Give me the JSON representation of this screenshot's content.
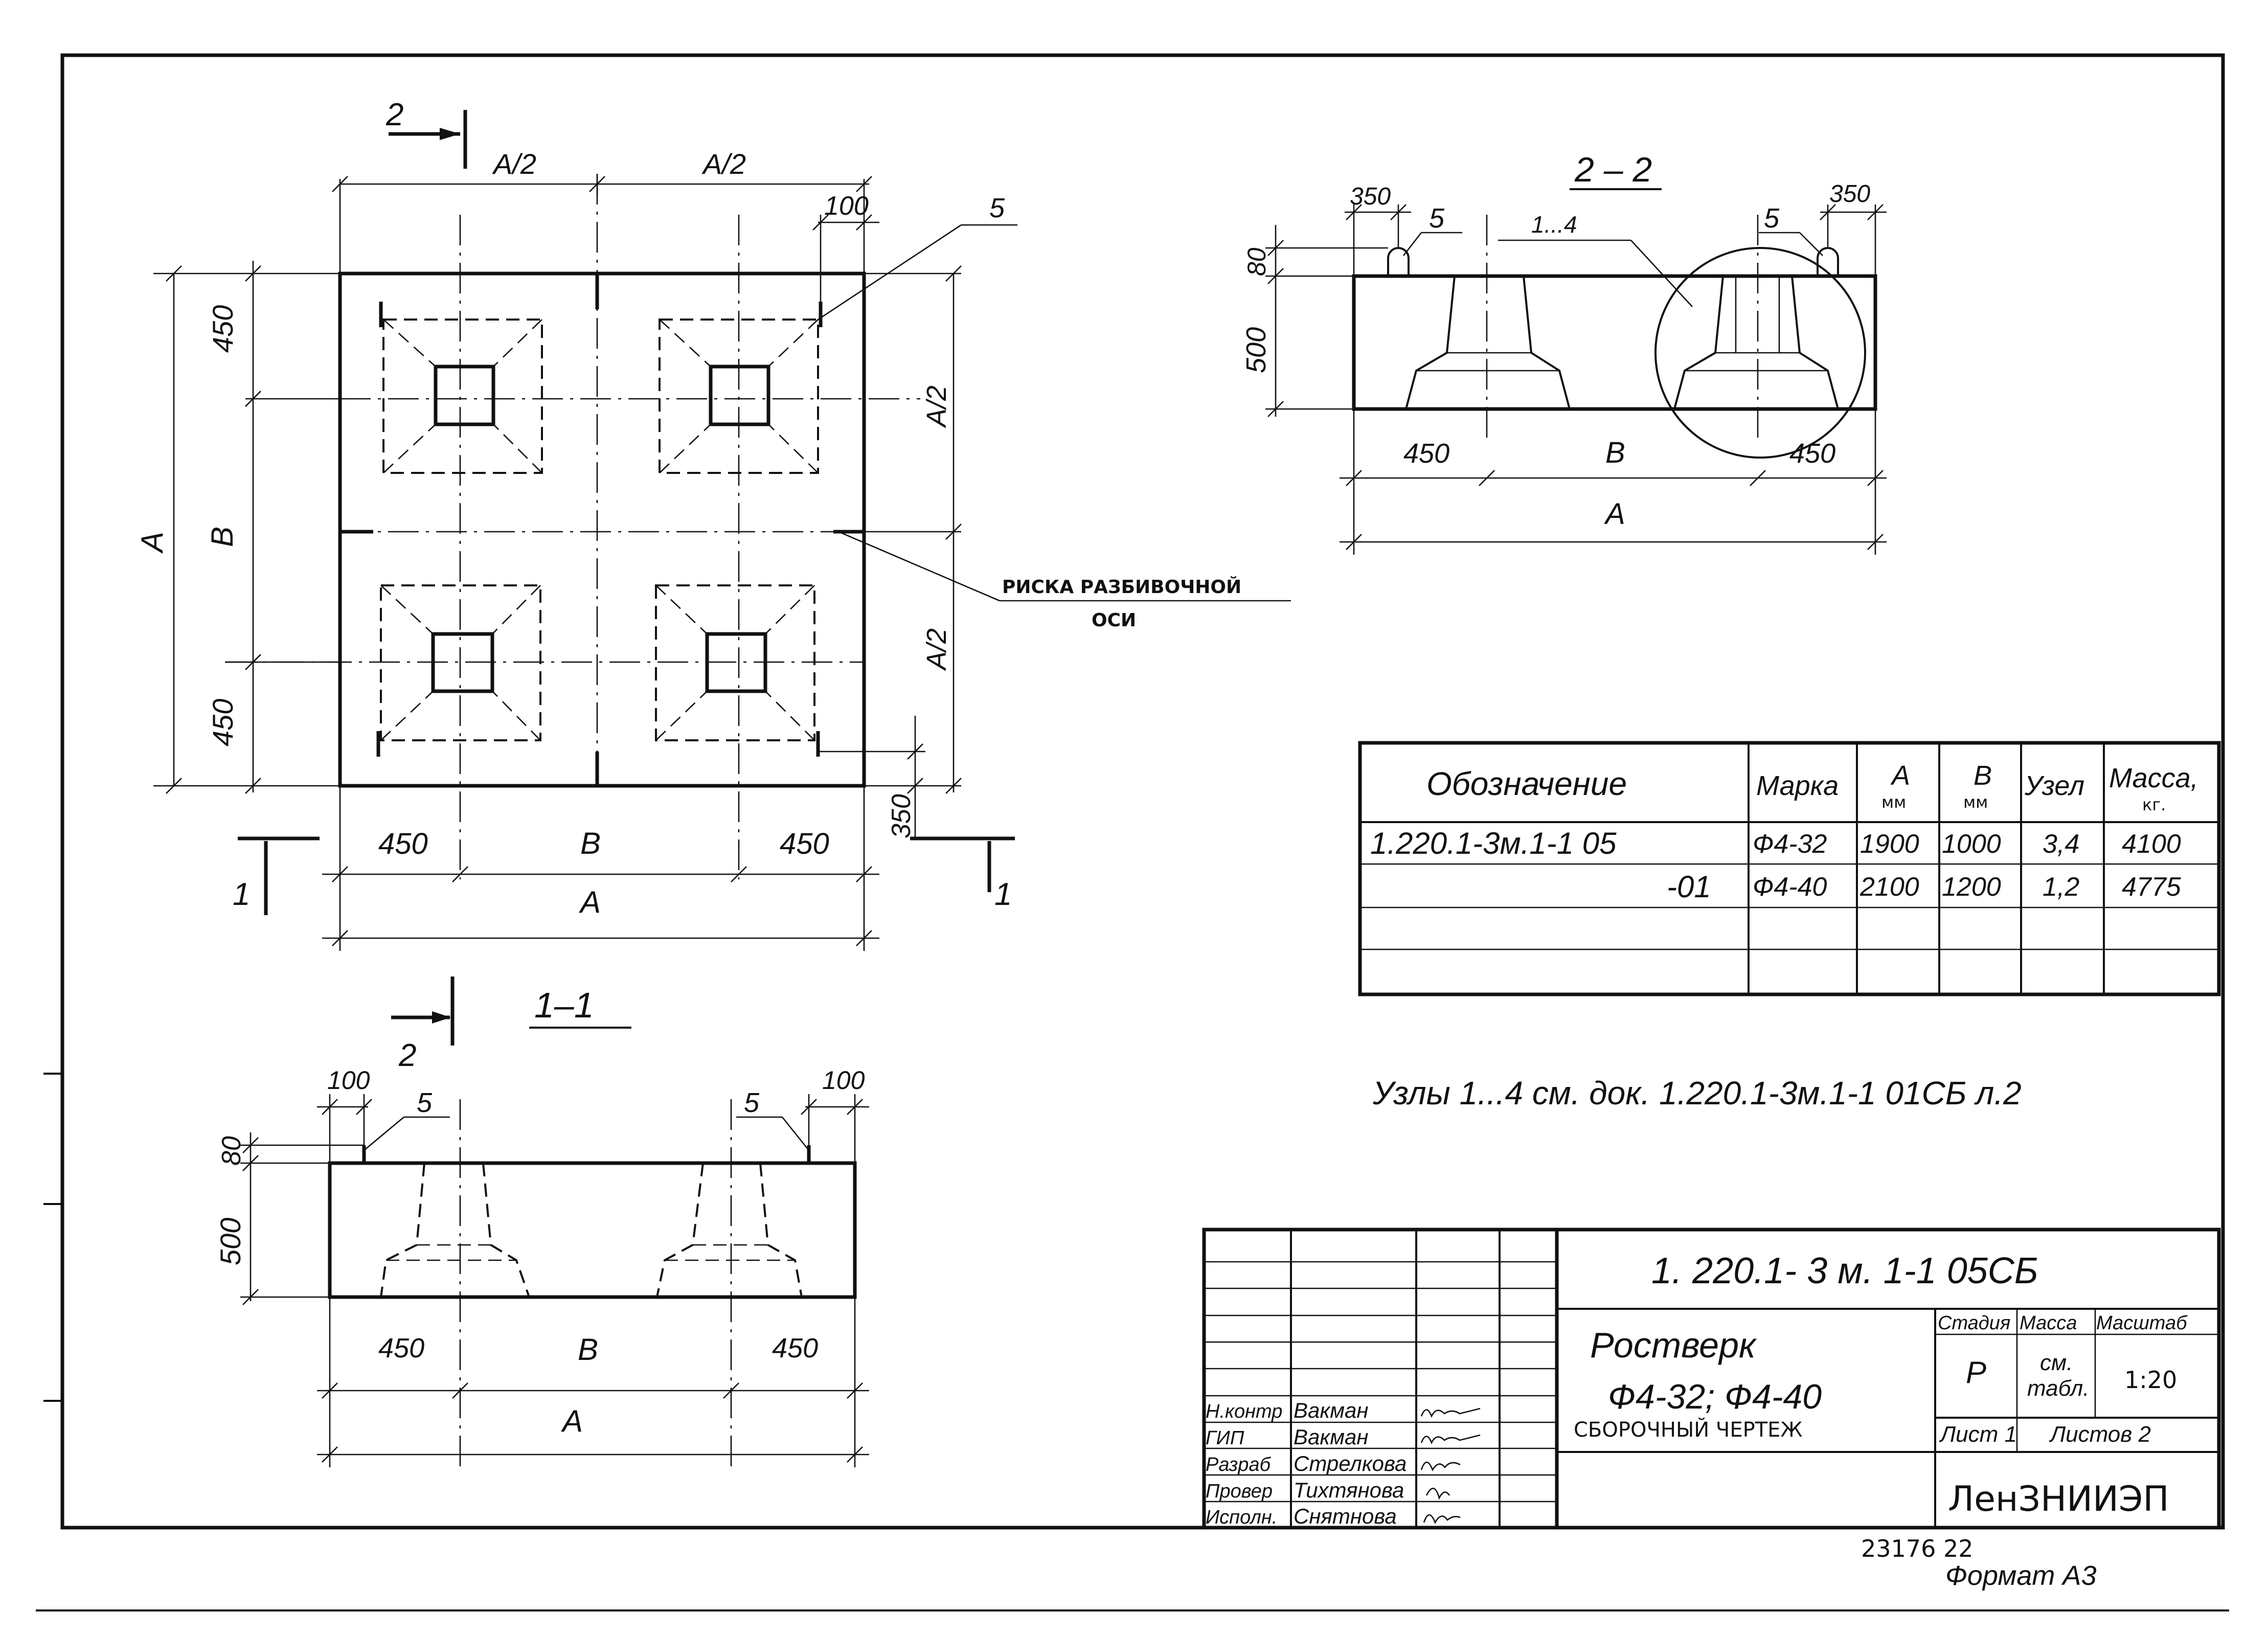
{
  "plan": {
    "dim_a_half": "A/2",
    "dim_100": "100",
    "dim_450": "450",
    "dim_b": "B",
    "dim_a": "A",
    "dim_350": "350",
    "callout_5": "5",
    "section_2": "2",
    "section_1": "1",
    "axis_mark_line1": "РИСКА  РАЗБИВОЧНОЙ",
    "axis_mark_line2": "ОСИ"
  },
  "section_1_1": {
    "title": "1–1",
    "cut_mark": "2",
    "dim_100": "100",
    "dim_80": "80",
    "dim_500": "500",
    "dim_450": "450",
    "dim_b": "B",
    "dim_a": "A",
    "callout_5": "5"
  },
  "section_2_2": {
    "title": "2 – 2",
    "dim_350": "350",
    "dim_80": "80",
    "dim_500": "500",
    "dim_450": "450",
    "dim_b": "B",
    "dim_a": "A",
    "callout_5": "5",
    "callout_nodes": "1...4"
  },
  "spec_table": {
    "headers": [
      "Обозначение",
      "Марка",
      "A",
      "B",
      "Узел",
      "Масса,"
    ],
    "header_units": [
      "",
      "",
      "мм",
      "мм",
      "",
      "кг."
    ],
    "rows": [
      [
        "1.220.1-3м.1-1 05",
        "Ф4-32",
        "1900",
        "1000",
        "3,4",
        "4100"
      ],
      [
        "-01",
        "Ф4-40",
        "2100",
        "1200",
        "1,2",
        "4775"
      ],
      [
        "",
        "",
        "",
        "",
        "",
        ""
      ],
      [
        "",
        "",
        "",
        "",
        "",
        ""
      ]
    ]
  },
  "note": "Узлы 1...4 см. док. 1.220.1-3м.1-1  01СБ л.2",
  "title_block": {
    "doc_code": "1. 220.1- 3 м. 1-1      05СБ",
    "name_line1": "Ростверк",
    "name_line2": "Ф4-32;  Ф4-40",
    "name_line3": "СБОРОЧНЫЙ   ЧЕРТЕЖ",
    "stage_label": "Стадия",
    "mass_label": "Масса",
    "scale_label": "Масштаб",
    "stage_value": "Р",
    "mass_value_line1": "см.",
    "mass_value_line2": "табл.",
    "scale_value": "1:20",
    "sheet_label": "Лист 1",
    "sheets_label": "Листов 2",
    "org": "ЛенЗНИИЭП",
    "signatures": [
      {
        "role": "Н.контр",
        "name": "Вакман"
      },
      {
        "role": "ГИП",
        "name": "Вакман"
      },
      {
        "role": "Разраб",
        "name": "Стрелкова"
      },
      {
        "role": "Провер",
        "name": "Тихтянова"
      },
      {
        "role": "Исполн.",
        "name": "Снятнова"
      }
    ]
  },
  "footer": {
    "inventory": "23176   22",
    "format": "Формат А3"
  }
}
